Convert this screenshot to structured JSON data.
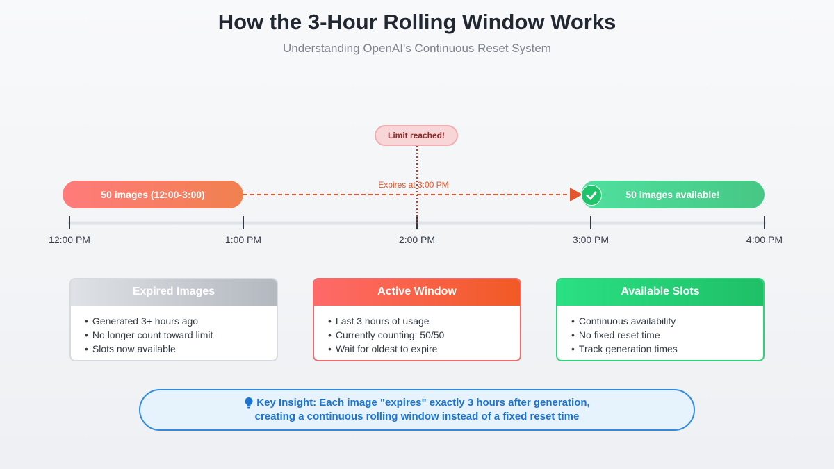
{
  "header": {
    "title": "How the 3-Hour Rolling Window Works",
    "subtitle": "Understanding OpenAI's Continuous Reset System"
  },
  "timeline": {
    "ticks": [
      "12:00 PM",
      "1:00 PM",
      "2:00 PM",
      "3:00 PM",
      "4:00 PM"
    ],
    "used_block_label": "50 images (12:00-3:00)",
    "available_block_label": "50 images available!",
    "limit_badge": "Limit reached!",
    "expires_label": "Expires at 3:00 PM",
    "colors": {
      "used": "#f07a5a",
      "available": "#47c784",
      "arrow": "#e4572e",
      "limit_marker": "#c0392b"
    }
  },
  "cards": [
    {
      "title": "Expired Images",
      "items": [
        "Generated 3+ hours ago",
        "No longer count toward limit",
        "Slots now available"
      ]
    },
    {
      "title": "Active Window",
      "items": [
        "Last 3 hours of usage",
        "Currently counting: 50/50",
        "Wait for oldest to expire"
      ]
    },
    {
      "title": "Available Slots",
      "items": [
        "Continuous availability",
        "No fixed reset time",
        "Track generation times"
      ]
    }
  ],
  "insight": {
    "icon": "lightbulb-icon",
    "line1": "Key Insight: Each image \"expires\" exactly 3 hours after generation,",
    "line2": "creating a continuous rolling window instead of a fixed reset time"
  }
}
